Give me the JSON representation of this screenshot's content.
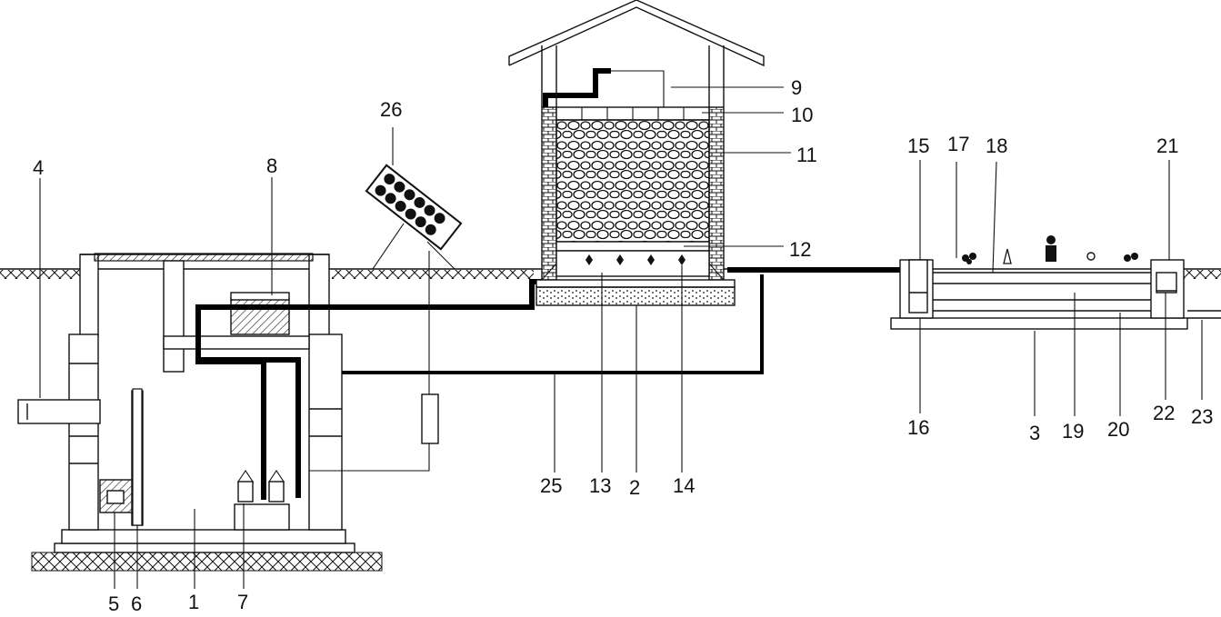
{
  "labels": {
    "l1": "1",
    "l2": "2",
    "l3": "3",
    "l4": "4",
    "l5": "5",
    "l6": "6",
    "l7": "7",
    "l8": "8",
    "l9": "9",
    "l10": "10",
    "l11": "11",
    "l12": "12",
    "l13": "13",
    "l14": "14",
    "l15": "15",
    "l16": "16",
    "l17": "17",
    "l18": "18",
    "l19": "19",
    "l20": "20",
    "l21": "21",
    "l22": "22",
    "l23": "23",
    "l25": "25",
    "l26": "26"
  },
  "colors": {
    "line": "#111111",
    "background": "#ffffff"
  }
}
